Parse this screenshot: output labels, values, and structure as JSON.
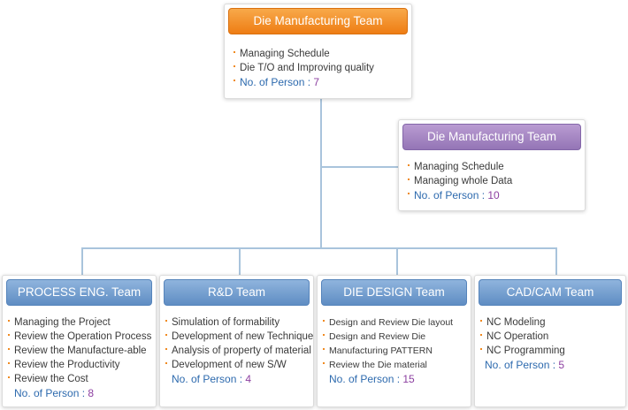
{
  "top": {
    "title": "Die Manufacturing Team",
    "items": [
      "Managing Schedule",
      "Die T/O and Improving quality"
    ],
    "person_label": "No. of Person : ",
    "person_count": "7"
  },
  "side": {
    "title": "Die Manufacturing Team",
    "items": [
      "Managing Schedule",
      "Managing whole Data"
    ],
    "person_label": "No. of Person : ",
    "person_count": "10"
  },
  "teams": [
    {
      "title": "PROCESS ENG. Team",
      "items": [
        "Managing the Project",
        "Review the Operation Process",
        "Review the Manufacture-able",
        "Review the Productivity",
        "Review the Cost"
      ],
      "person_label": "No. of Person : ",
      "person_count": "8"
    },
    {
      "title": "R&D Team",
      "items": [
        "Simulation of formability",
        "Development of new Technique",
        "Analysis of property of material",
        "Development of new S/W"
      ],
      "person_label": "No. of Person : ",
      "person_count": "4"
    },
    {
      "title": "DIE DESIGN Team",
      "items": [
        "Design and Review Die layout",
        "Design and Review Die",
        "Manufacturing PATTERN",
        "Review the Die material"
      ],
      "person_label": "No. of Person : ",
      "person_count": "15"
    },
    {
      "title": "CAD/CAM Team",
      "items": [
        "NC Modeling",
        "NC Operation",
        "NC Programming"
      ],
      "person_label": "No. of Person : ",
      "person_count": "5"
    }
  ],
  "colors": {
    "orange_header": "#ee7d14",
    "purple_header": "#9475b6",
    "blue_header": "#5f8dc3",
    "connector": "#a9c4dc",
    "person_label": "#2d6aae",
    "person_count": "#8c3fa0",
    "bullet": "#f08a20"
  }
}
